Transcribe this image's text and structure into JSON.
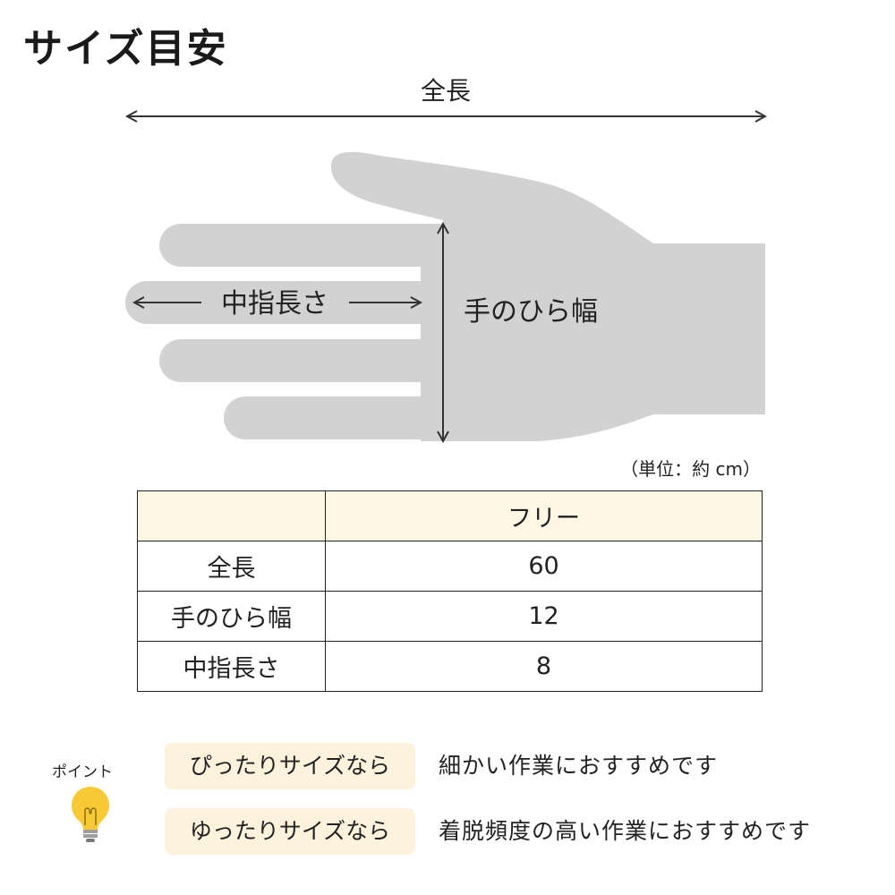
{
  "title": "サイズ目安",
  "diagram": {
    "total_length_label": "全長",
    "middle_finger_label": "中指長さ",
    "palm_width_label": "手のひら幅"
  },
  "unit_note": "（単位：約 cm）",
  "table": {
    "header": [
      "",
      "フリー"
    ],
    "rows": [
      {
        "label": "全長",
        "value": "60"
      },
      {
        "label": "手のひら幅",
        "value": "12"
      },
      {
        "label": "中指長さ",
        "value": "8"
      }
    ]
  },
  "points": {
    "label": "ポイント",
    "items": [
      {
        "tag": "ぴったりサイズなら",
        "text": "細かい作業におすすめです"
      },
      {
        "tag": "ゆったりサイズなら",
        "text": "着脱頻度の高い作業におすすめです"
      }
    ]
  },
  "colors": {
    "glove": "#d2d2d2",
    "header_bg": "#fdf6e3",
    "chip_bg": "#fdf3dc",
    "bulb": "#f6c935"
  }
}
